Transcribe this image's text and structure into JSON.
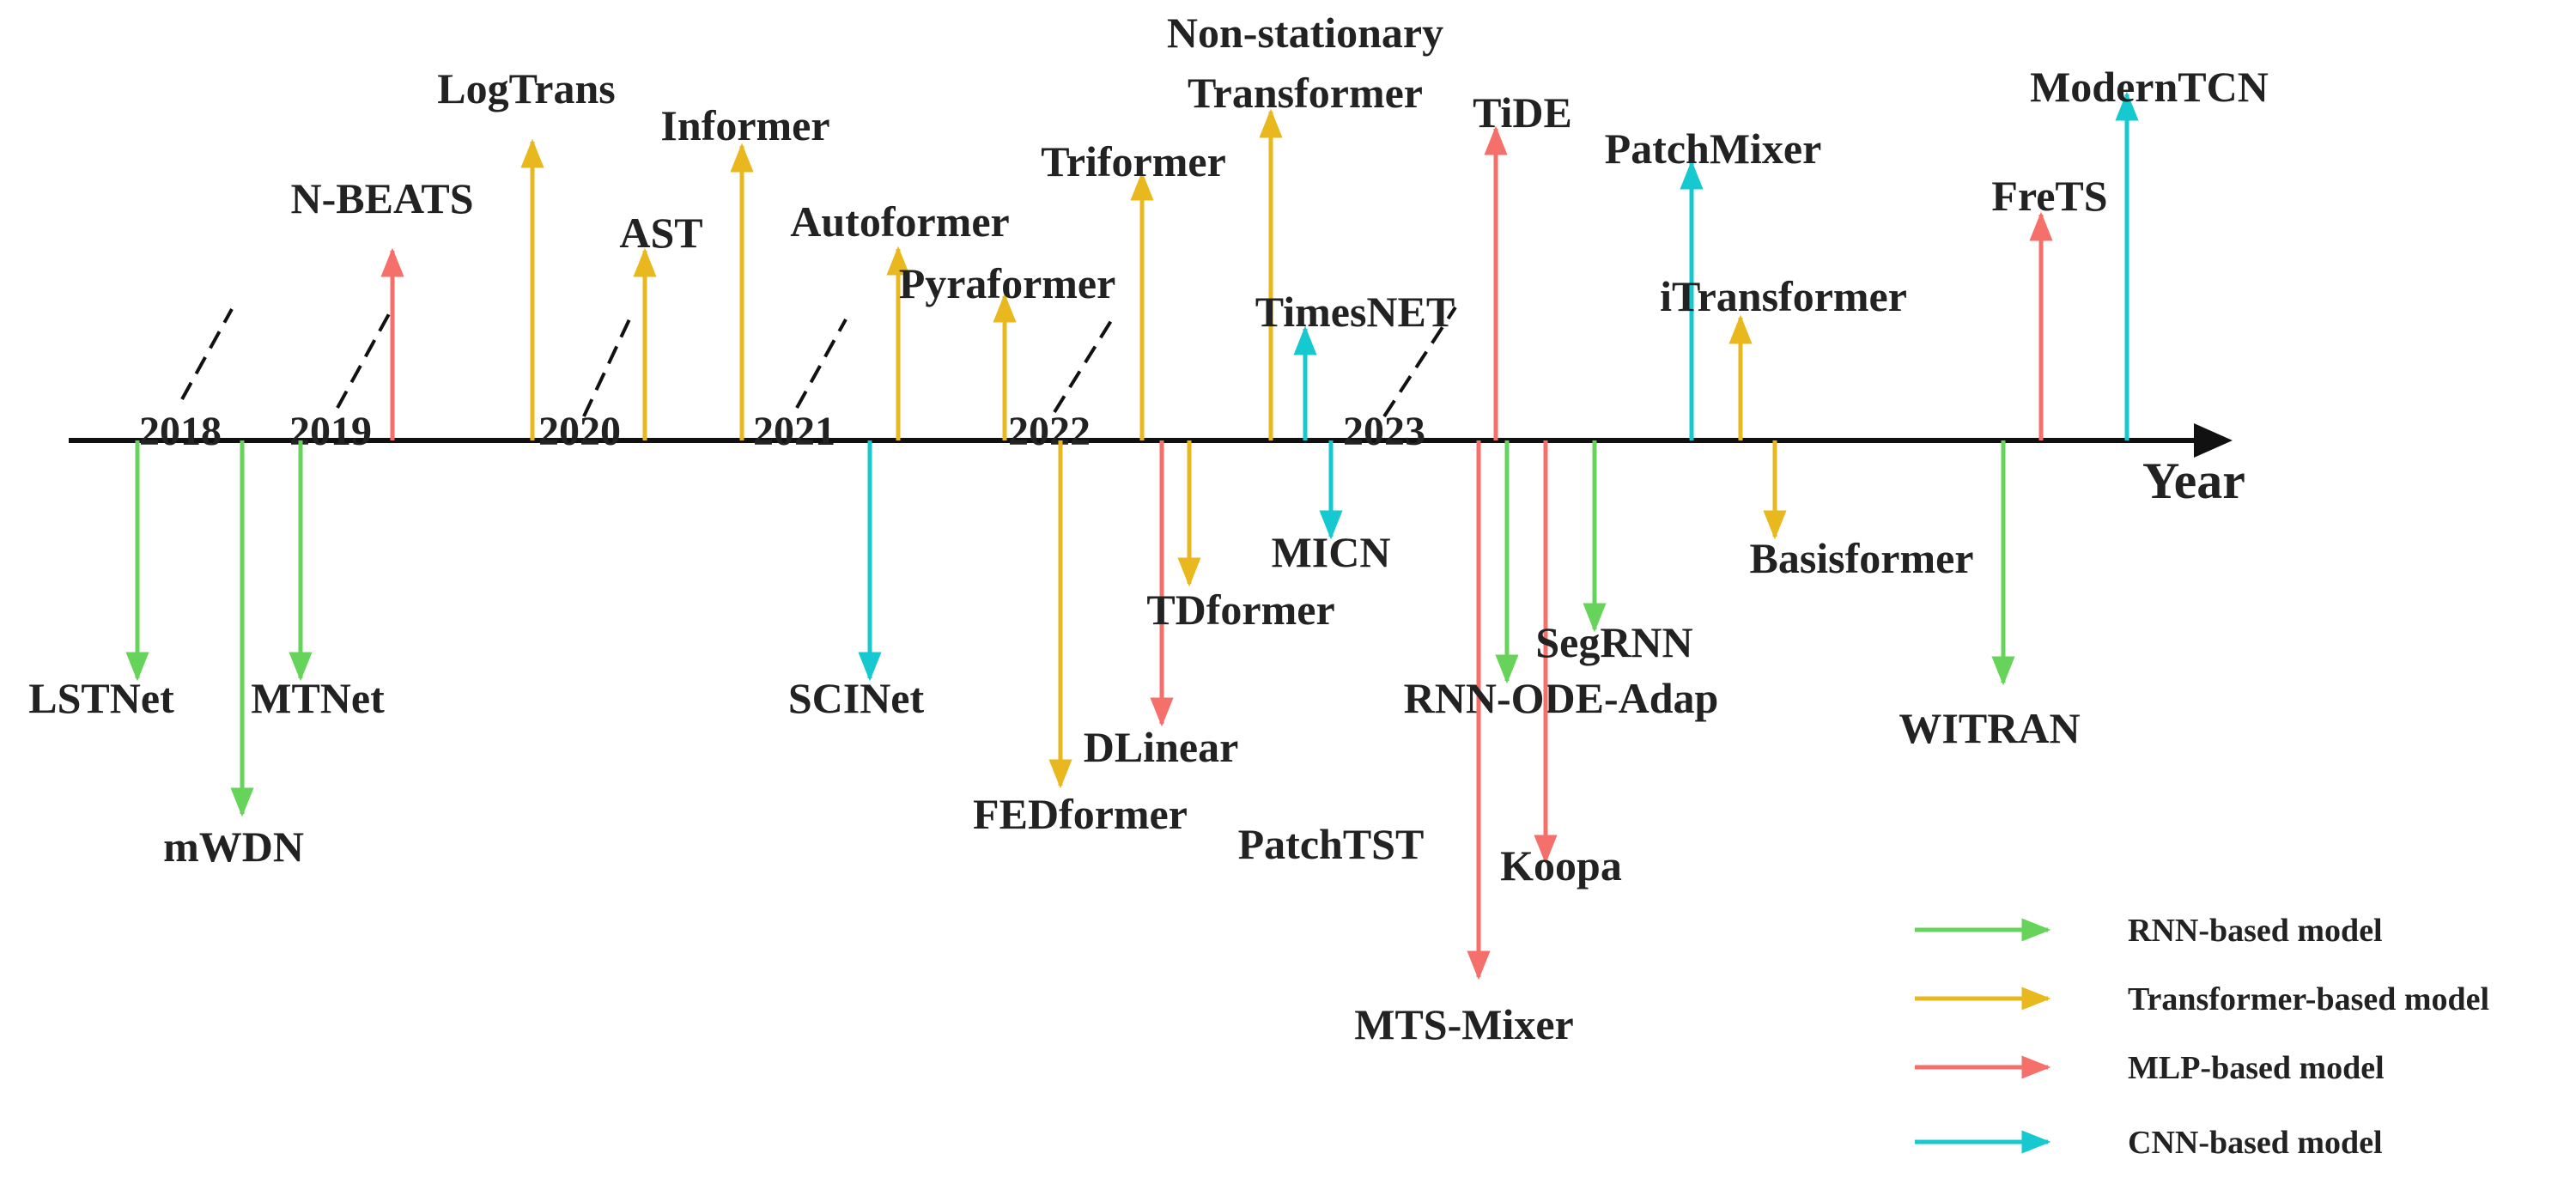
{
  "axis": {
    "title": "Year"
  },
  "years": [
    "2018",
    "2019",
    "2020",
    "2021",
    "2022",
    "2023"
  ],
  "colors": {
    "rnn": "#66d45a",
    "transformer": "#e8b81e",
    "mlp": "#f5706a",
    "cnn": "#16c8d0",
    "axis": "#111111"
  },
  "legend": [
    {
      "cat": "rnn",
      "label": "RNN-based model"
    },
    {
      "cat": "transformer",
      "label": "Transformer-based model"
    },
    {
      "cat": "mlp",
      "label": "MLP-based model"
    },
    {
      "cat": "cnn",
      "label": "CNN-based model"
    }
  ],
  "models": [
    {
      "name": "LSTNet",
      "cat": "rnn",
      "dir": "down"
    },
    {
      "name": "mWDN",
      "cat": "rnn",
      "dir": "down"
    },
    {
      "name": "MTNet",
      "cat": "rnn",
      "dir": "down"
    },
    {
      "name": "N-BEATS",
      "cat": "mlp",
      "dir": "up"
    },
    {
      "name": "LogTrans",
      "cat": "transformer",
      "dir": "up"
    },
    {
      "name": "AST",
      "cat": "transformer",
      "dir": "up"
    },
    {
      "name": "Informer",
      "cat": "transformer",
      "dir": "up"
    },
    {
      "name": "SCINet",
      "cat": "cnn",
      "dir": "down"
    },
    {
      "name": "Autoformer",
      "cat": "transformer",
      "dir": "up"
    },
    {
      "name": "Pyraformer",
      "cat": "transformer",
      "dir": "up"
    },
    {
      "name": "FEDformer",
      "cat": "transformer",
      "dir": "down"
    },
    {
      "name": "Triformer",
      "cat": "transformer",
      "dir": "up"
    },
    {
      "name": "DLinear",
      "cat": "mlp",
      "dir": "down"
    },
    {
      "name": "TDformer",
      "cat": "transformer",
      "dir": "down"
    },
    {
      "name": "Non-stationary\nTransformer",
      "cat": "transformer",
      "dir": "up"
    },
    {
      "name": "TimesNET",
      "cat": "cnn",
      "dir": "up"
    },
    {
      "name": "MICN",
      "cat": "cnn",
      "dir": "down"
    },
    {
      "name": "PatchTST",
      "cat": "transformer",
      "dir": "none"
    },
    {
      "name": "MTS-Mixer",
      "cat": "mlp",
      "dir": "down"
    },
    {
      "name": "TiDE",
      "cat": "mlp",
      "dir": "up"
    },
    {
      "name": "RNN-ODE-Adap",
      "cat": "rnn",
      "dir": "down"
    },
    {
      "name": "Koopa",
      "cat": "mlp",
      "dir": "down"
    },
    {
      "name": "SegRNN",
      "cat": "rnn",
      "dir": "down"
    },
    {
      "name": "PatchMixer",
      "cat": "cnn",
      "dir": "up"
    },
    {
      "name": "iTransformer",
      "cat": "transformer",
      "dir": "up"
    },
    {
      "name": "Basisformer",
      "cat": "transformer",
      "dir": "down"
    },
    {
      "name": "WITRAN",
      "cat": "rnn",
      "dir": "down"
    },
    {
      "name": "FreTS",
      "cat": "mlp",
      "dir": "up"
    },
    {
      "name": "ModernTCN",
      "cat": "cnn",
      "dir": "up"
    }
  ]
}
